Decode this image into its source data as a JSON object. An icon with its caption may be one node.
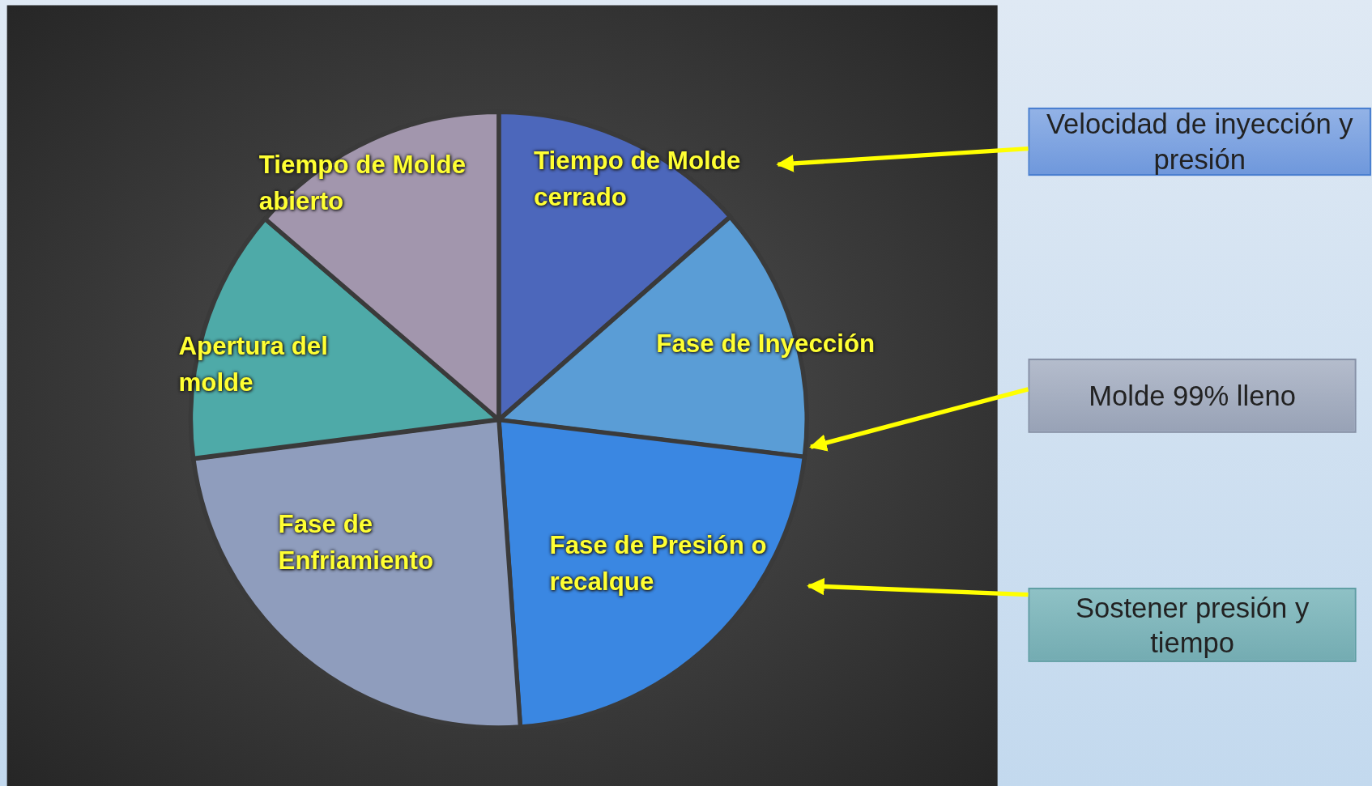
{
  "diagram": {
    "nodes": [
      {
        "text": [
          "Tiempo de Molde cerrado"
        ]
      },
      {
        "text": [
          "Fase de Inyección"
        ]
      },
      {
        "text": [
          "Fase de Presión o recalque"
        ]
      },
      {
        "text": [
          "Fase de Enfriamiento"
        ]
      },
      {
        "text": [
          "Apertura del molde"
        ]
      },
      {
        "text": [
          "Tiempo de Molde abierto"
        ]
      },
      {
        "text": [
          "Velocidad de inyección y presión"
        ]
      },
      {
        "text": [
          "Molde 99% lleno"
        ]
      },
      {
        "text": [
          "Sostener presión y tiempo"
        ]
      }
    ],
    "edges": [
      {
        "from": 6,
        "to": 0,
        "arrow": "to"
      },
      {
        "from": 7,
        "to": 1,
        "arrow": "to"
      },
      {
        "from": 8,
        "to": 2,
        "arrow": "to"
      }
    ]
  }
}
